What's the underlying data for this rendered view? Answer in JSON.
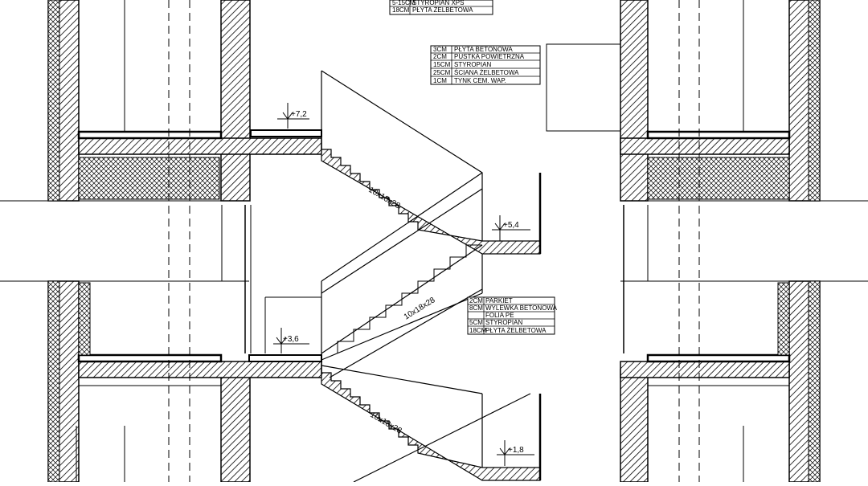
{
  "drawing": {
    "elevations": [
      "+7,2",
      "+5,4",
      "+3,6",
      "+1,8"
    ],
    "stair_labels": [
      "10x18x28",
      "10x18x28",
      "10x18x28"
    ],
    "layer_tables": [
      {
        "rows": [
          {
            "thickness": "5-15CM",
            "material": "STYROPIAN XPS"
          },
          {
            "thickness": "18CM",
            "material": "PŁYTA ŻELBETOWA"
          }
        ]
      },
      {
        "rows": [
          {
            "thickness": "3CM",
            "material": "PŁYTA BETONOWA"
          },
          {
            "thickness": "2CM",
            "material": "PUSTKA POWIETRZNA"
          },
          {
            "thickness": "15CM",
            "material": "STYROPIAN"
          },
          {
            "thickness": "25CM",
            "material": "ŚCIANA ŻELBETOWA"
          },
          {
            "thickness": "1CM",
            "material": "TYNK CEM. WAP."
          }
        ]
      },
      {
        "rows": [
          {
            "thickness": "2CM",
            "material": "PARKIET"
          },
          {
            "thickness": "8CM",
            "material": "WYLEWKA BETONOWA"
          },
          {
            "thickness": "",
            "material": "FOLIA PE"
          },
          {
            "thickness": "5CM",
            "material": "STYROPIAN"
          },
          {
            "thickness": "18CM",
            "material": "PŁYTA ŻELBETOWA"
          }
        ]
      }
    ],
    "colors": {
      "line": "#000000",
      "background": "#ffffff"
    }
  }
}
